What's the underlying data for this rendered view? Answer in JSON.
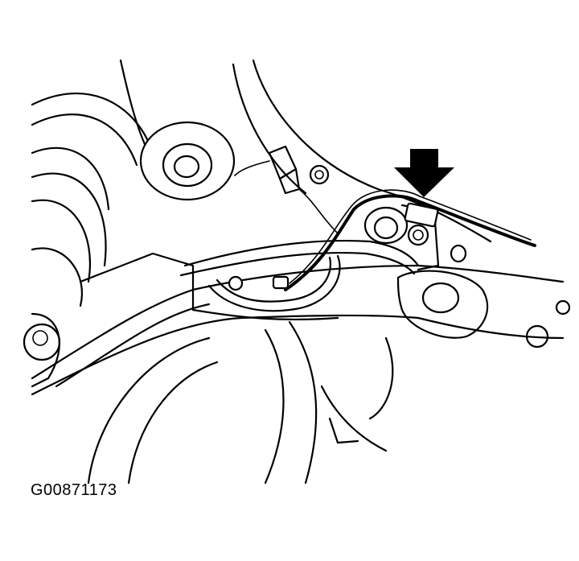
{
  "figure": {
    "id_label": "G00871173",
    "description": "Underbody line-art illustration showing a brake/fuel line bracket with a bolt; black arrow points to the line clamp/bracket",
    "callout": {
      "type": "arrow",
      "direction": "down",
      "color": "#000000"
    }
  },
  "colors": {
    "line": "#000000",
    "background": "#ffffff"
  }
}
